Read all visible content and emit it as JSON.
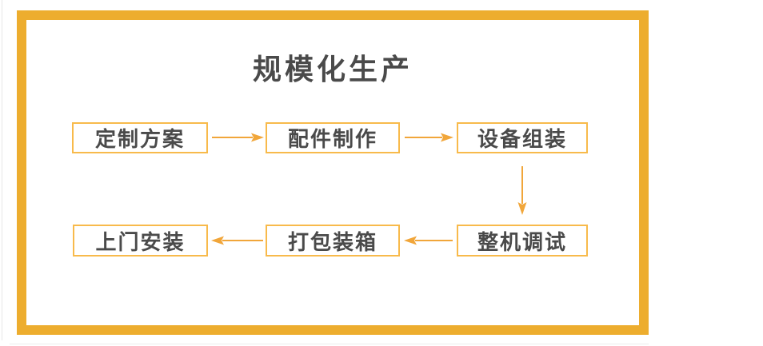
{
  "title": {
    "text": "规模化生产"
  },
  "colors": {
    "frame_border": "#edad2e",
    "box_border": "#f8ba4b",
    "arrow": "#f1a63a",
    "text": "#4a4a4a",
    "background": "#ffffff"
  },
  "flow": {
    "steps": [
      {
        "name": "custom-plan",
        "label": "定制方案"
      },
      {
        "name": "parts-production",
        "label": "配件制作"
      },
      {
        "name": "equipment-assembly",
        "label": "设备组装"
      },
      {
        "name": "machine-debugging",
        "label": "整机调试"
      },
      {
        "name": "packing",
        "label": "打包装箱"
      },
      {
        "name": "onsite-installation",
        "label": "上门安装"
      }
    ],
    "arrows": [
      {
        "from": "定制方案",
        "to": "配件制作",
        "direction": "right"
      },
      {
        "from": "配件制作",
        "to": "设备组装",
        "direction": "right"
      },
      {
        "from": "设备组装",
        "to": "整机调试",
        "direction": "down"
      },
      {
        "from": "整机调试",
        "to": "打包装箱",
        "direction": "left"
      },
      {
        "from": "打包装箱",
        "to": "上门安装",
        "direction": "left"
      }
    ]
  }
}
